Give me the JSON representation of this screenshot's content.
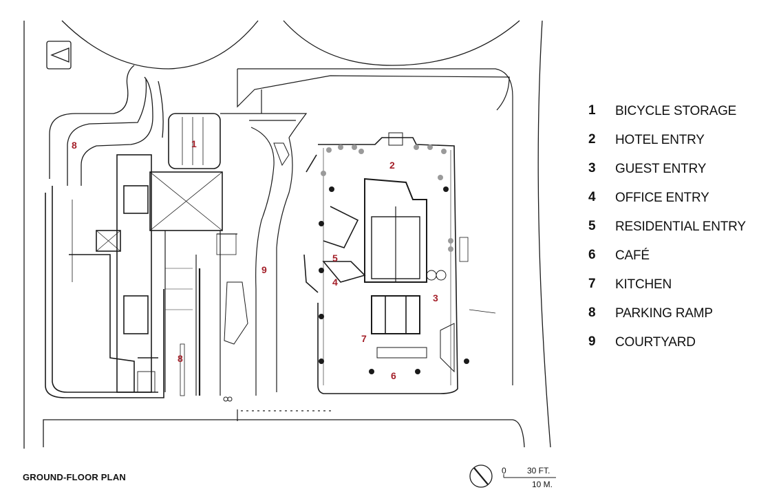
{
  "caption": "GROUND-FLOOR PLAN",
  "legend": [
    {
      "num": "1",
      "label": "BICYCLE STORAGE"
    },
    {
      "num": "2",
      "label": "HOTEL ENTRY"
    },
    {
      "num": "3",
      "label": "GUEST ENTRY"
    },
    {
      "num": "4",
      "label": "OFFICE ENTRY"
    },
    {
      "num": "5",
      "label": "RESIDENTIAL ENTRY"
    },
    {
      "num": "6",
      "label": "CAFÉ"
    },
    {
      "num": "7",
      "label": "KITCHEN"
    },
    {
      "num": "8",
      "label": "PARKING RAMP"
    },
    {
      "num": "9",
      "label": "COURTYARD"
    }
  ],
  "plan_markers": [
    "1",
    "2",
    "3",
    "4",
    "5",
    "6",
    "7",
    "8",
    "8",
    "9"
  ],
  "scale_bar": {
    "zero": "0",
    "feet": "30 FT.",
    "meters": "10 M."
  },
  "colors": {
    "marker": "#a4202a",
    "line": "#1a1a1a",
    "fixture_gray": "#9a9a9a"
  }
}
